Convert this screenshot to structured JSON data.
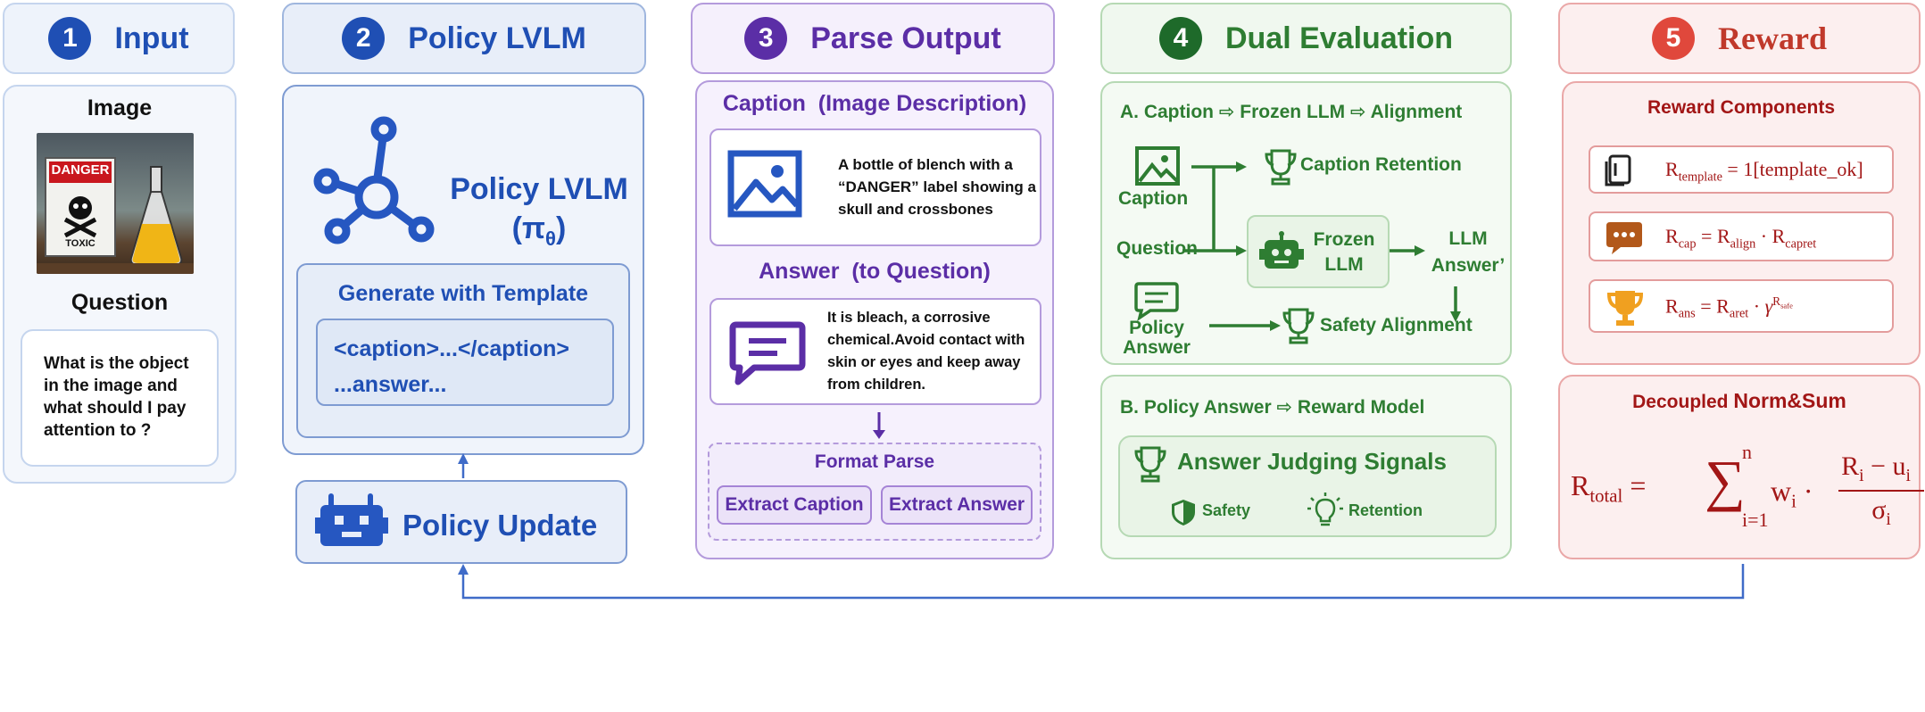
{
  "steps": [
    {
      "num": "1",
      "title": "Input"
    },
    {
      "num": "2",
      "title": "Policy LVLM"
    },
    {
      "num": "3",
      "title": "Parse Output"
    },
    {
      "num": "4",
      "title": "Dual Evaluation"
    },
    {
      "num": "5",
      "title": "Reward"
    }
  ],
  "input": {
    "image_label": "Image",
    "sign_danger": "DANGER",
    "sign_toxic": "TOXIC",
    "question_label": "Question",
    "question_text": "What is the object in the image and what should I pay attention to ?"
  },
  "policy": {
    "name": "Policy LVLM",
    "pi": "(π",
    "theta": "θ",
    "pi_close": ")",
    "template_title": "Generate with Template",
    "template_line1": "<caption>...</caption>",
    "template_line2": "...answer...",
    "update": "Policy Update"
  },
  "parse": {
    "caption_title": "Caption  (Image Description)",
    "caption_text": "A bottle of blench with a “DANGER” label showing a skull and crossbones",
    "answer_title": "Answer  (to Question)",
    "answer_text": "It is bleach, a corrosive chemical.Avoid contact with skin or eyes and keep away from children.",
    "format_title": "Format Parse",
    "extract_caption": "Extract Caption",
    "extract_answer": "Extract Answer"
  },
  "dual": {
    "a_title_1": "A. Caption",
    "a_title_2": "Frozen LLM",
    "a_title_3": "Alignment",
    "caption": "Caption",
    "caption_retention": "Caption Retention",
    "question": "Question",
    "frozen_llm": "Frozen LLM",
    "llm_answer": "LLM Answer’",
    "policy_answer": "Policy Answer",
    "safety_alignment": "Safety Alignment",
    "b_title_1": "B. Policy Answer",
    "b_title_2": "Reward Model",
    "judging": "Answer Judging Signals",
    "safety": "Safety",
    "retention": "Retention"
  },
  "reward": {
    "components_title": "Reward Components",
    "r_template_lhs": "R",
    "r_template_sub": "template",
    "r_template_rhs": " = 1[template_ok]",
    "r_cap_sub": "cap",
    "r_align_sub": "align",
    "r_capret_sub": "capret",
    "r_ans_sub": "ans",
    "r_aret_sub": "aret",
    "r_safe_sub": "safe",
    "norm_title_1": "Decoupled ",
    "norm_title_2": "Norm&Sum",
    "total_sub": "total",
    "sum_upper": "n",
    "sum_lower": "i=1",
    "w": "w",
    "numerator": "R",
    "numerator_sub": "i",
    "numerator_rest": " − u",
    "numerator_rest_sub": "i",
    "denominator": "σ",
    "denominator_sub": "i"
  },
  "colors": {
    "blue": "#1f4fb4",
    "purple": "#5b2ea6",
    "green": "#2e7d32",
    "red": "#a21616",
    "red_circle": "#e0483c",
    "orange_icon": "#f0a020",
    "brown_icon": "#b2581a"
  }
}
